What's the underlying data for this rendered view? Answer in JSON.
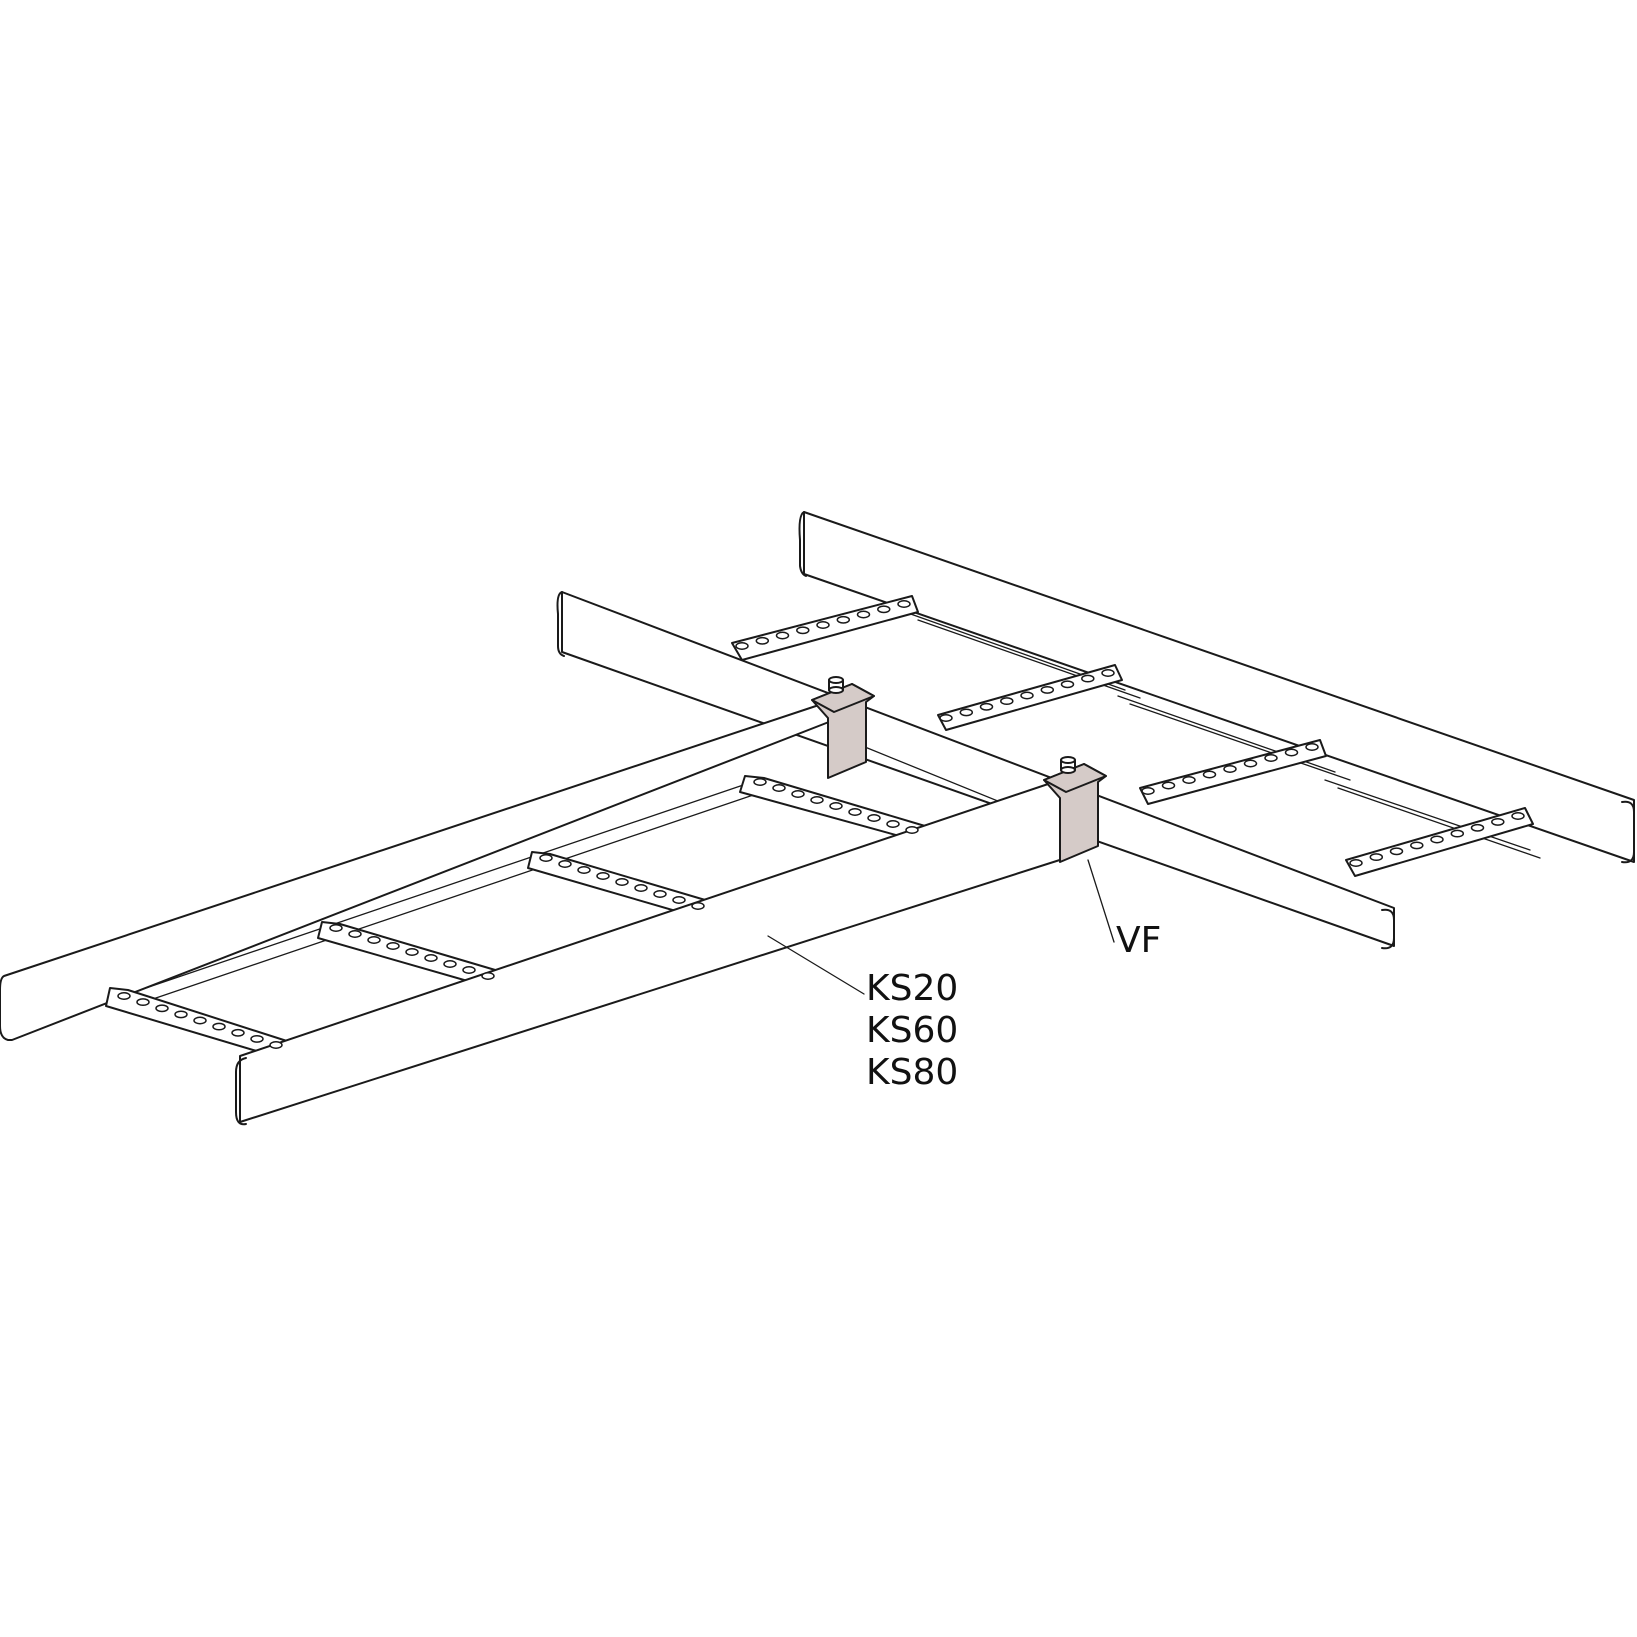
{
  "callouts": {
    "vf": "VF",
    "ks": [
      "KS20",
      "KS60",
      "KS80"
    ]
  },
  "colors": {
    "clamp_fill": "#d5cbc8",
    "line": "#1a1a1a",
    "background": "#ffffff"
  }
}
